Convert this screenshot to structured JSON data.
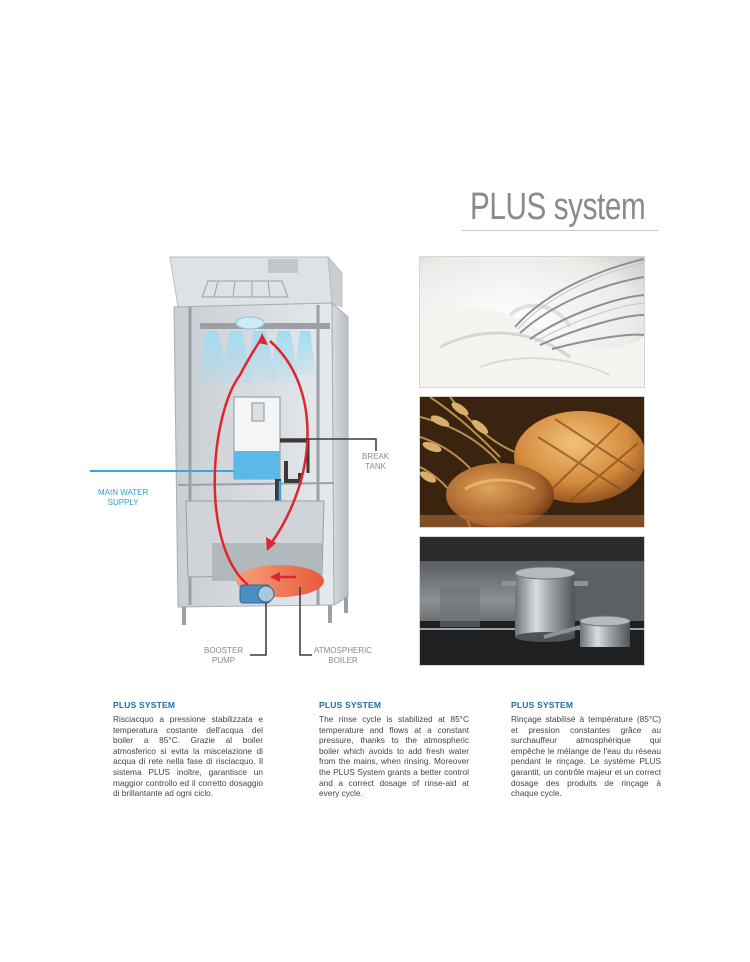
{
  "header": {
    "title": "PLUS system"
  },
  "diagram": {
    "labels": {
      "main_water_line1": "MAIN WATER",
      "main_water_line2": "SUPPLY",
      "break_tank_line1": "BREAK",
      "break_tank_line2": "TANK",
      "booster_line1": "BOOSTER",
      "booster_line2": "PUMP",
      "boiler_line1": "ATMOSPHERIC",
      "boiler_line2": "BOILER"
    },
    "colors": {
      "hot": "#e0262c",
      "water": "#35a8de",
      "spray": "#7fd0f0",
      "pipe": "#3a3a3a"
    }
  },
  "photos": [
    {
      "name": "whipped-cream-whisk"
    },
    {
      "name": "bread-and-wheat"
    },
    {
      "name": "steel-pots-kitchen"
    }
  ],
  "columns": [
    {
      "heading": "PLUS SYSTEM",
      "text": "Risciacquo a pressione stabilizzata e temperatura costante dell'acqua del boiler a 85°C. Grazie al boiler atmosferico si evita la miscelazione di acqua di rete nella fase di risciacquo. Il sistema PLUS inoltre, garantisce un maggior controllo ed il corretto dosaggio di brillantante ad ogni ciclo."
    },
    {
      "heading": "PLUS SYSTEM",
      "text": "The rinse cycle is stabilized at 85°C temperature and flows at a constant pressure, thanks to the atmospheric boiler which avoids to add fresh water from the mains, when rinsing. Moreover the PLUS System grants a better control and a correct dosage of rinse-aid at every cycle."
    },
    {
      "heading": "PLUS SYSTEM",
      "text": "Rinçage stabilisé à température (85°C) et pression constantes grâce au surchauffeur atmosphérique qui empêche le mélange de l'eau du réseau pendant le rinçage. Le système PLUS garantit, un contrôle majeur et un correct dosage des produits de rinçage à chaque cycle."
    }
  ]
}
